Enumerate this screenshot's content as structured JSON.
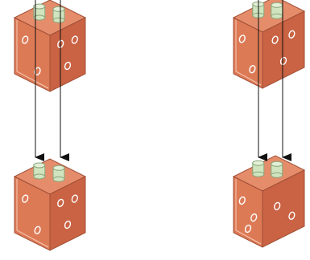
{
  "colors": {
    "background": "#ffffff",
    "block_front": "#dd7a56",
    "block_side": "#c96344",
    "block_top": "#e58d6b",
    "block_outline": "#a14f37",
    "hole_outline": "#ffffff",
    "peg_fill": "#cfe4bf",
    "peg_outline": "#8aa57a",
    "arrow": "#111111"
  },
  "icons": {
    "block": "toy-block-icon",
    "peg": "peg-icon",
    "arrow": "arrow-down-icon"
  },
  "blocks": [
    {
      "id": "block-top-left",
      "front_holes": 2,
      "side_holes": 3,
      "pegs": 2
    },
    {
      "id": "block-top-right",
      "front_holes": 2,
      "side_holes": 3,
      "pegs": 2
    },
    {
      "id": "block-bottom-left",
      "front_holes": 2,
      "side_holes": 3,
      "pegs": 2
    },
    {
      "id": "block-bottom-right",
      "front_holes": 3,
      "side_holes": 2,
      "pegs": 2
    }
  ],
  "connections": [
    {
      "from": "block-top-left",
      "to": "block-bottom-left"
    },
    {
      "from": "block-top-left",
      "to": "block-bottom-left"
    },
    {
      "from": "block-top-right",
      "to": "block-bottom-right"
    },
    {
      "from": "block-top-right",
      "to": "block-bottom-right"
    }
  ]
}
